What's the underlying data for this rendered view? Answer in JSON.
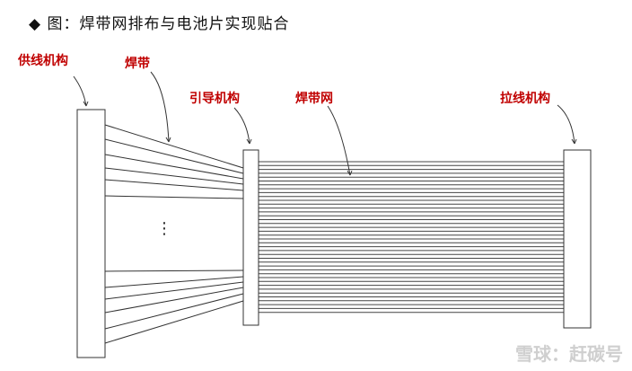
{
  "title": "◆ 图：焊带网排布与电池片实现贴合",
  "labels": {
    "supply": "供线机构",
    "ribbon": "焊带",
    "guide": "引导机构",
    "mesh": "焊带网",
    "pull": "拉线机构"
  },
  "ellipsis": "⋮",
  "watermark": "雪球：赶碳号"
}
